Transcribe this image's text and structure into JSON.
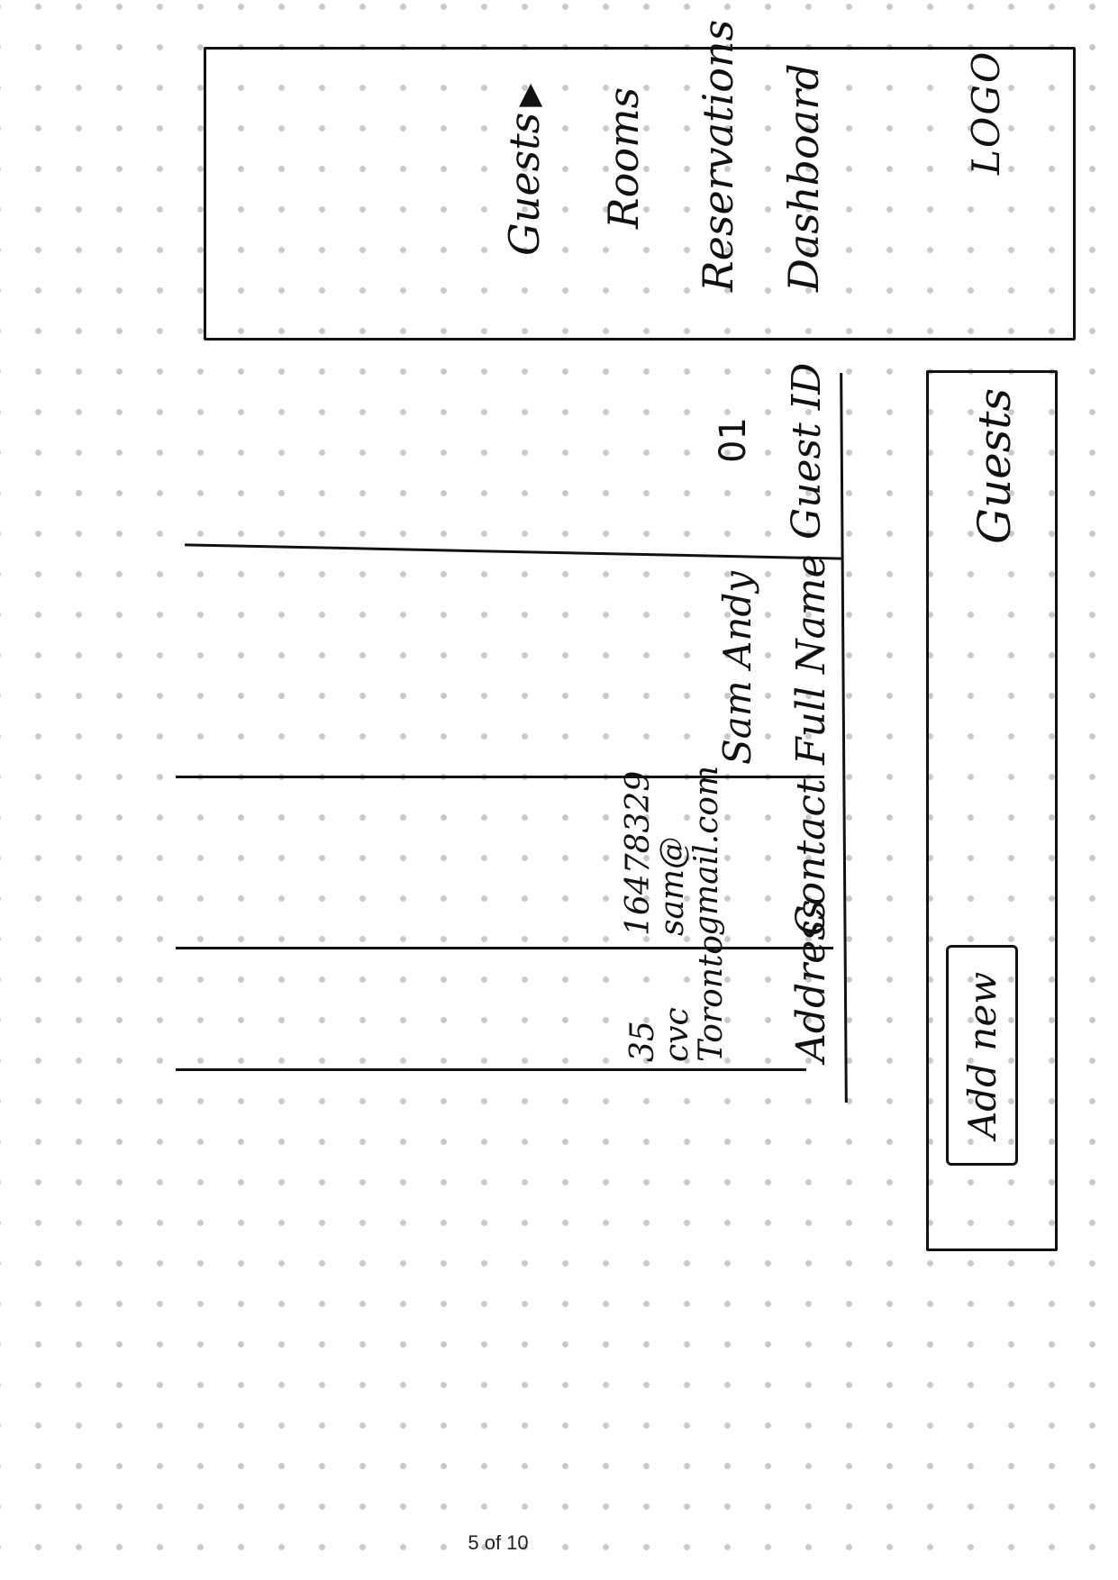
{
  "sidebar": {
    "logo": "LOGO",
    "items": [
      {
        "label": "Dashboard"
      },
      {
        "label": "Reservations"
      },
      {
        "label": "Rooms"
      },
      {
        "label": "Guests",
        "icon": "caret-right-icon"
      }
    ]
  },
  "main": {
    "title": "Guests",
    "add_button_label": "Add new",
    "table": {
      "columns": [
        "Guest ID",
        "Full Name",
        "Contact",
        "Address"
      ],
      "rows": [
        {
          "guest_id": "01",
          "full_name": "Sam Andy",
          "contact": [
            "16478329",
            "sam@",
            "gmail.com"
          ],
          "address": [
            "35",
            "cvc",
            "Toronto"
          ]
        }
      ]
    }
  },
  "footer": {
    "page_indicator": "5 of 10"
  }
}
